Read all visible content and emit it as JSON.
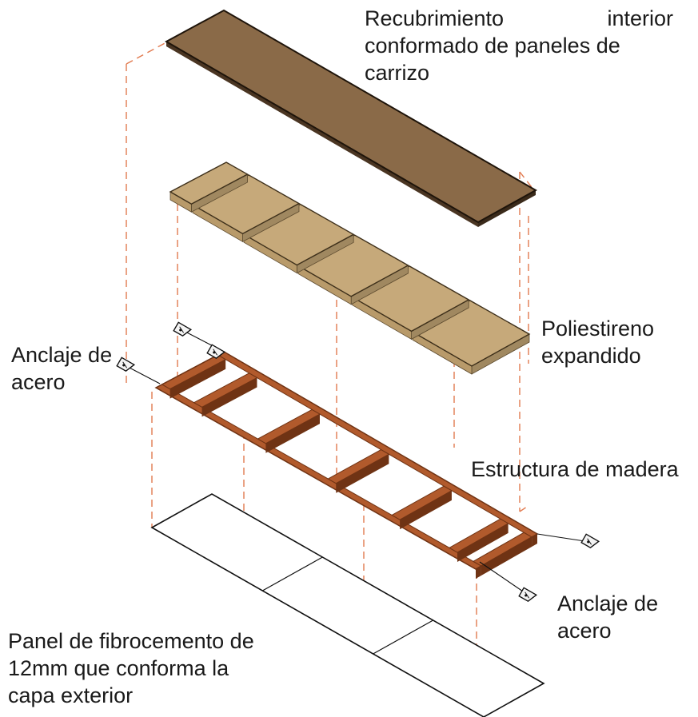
{
  "colors": {
    "reed": "#8a6a48",
    "reed_dark": "#6e5236",
    "foam_top": "#c6a97a",
    "foam_side": "#a08860",
    "wood": "#b15a2c",
    "wood_dark": "#6f3314",
    "guide": "#e27a4f",
    "ink": "#111111"
  },
  "labels": {
    "reed_line1_left": "Recubrimiento",
    "reed_line1_right": "interior",
    "reed_line2": "conformado de paneles de",
    "reed_line3": "carrizo",
    "foam_line1": "Poliestireno",
    "foam_line2": "expandido",
    "anchor_left_line1": "Anclaje de",
    "anchor_left_line2": "acero",
    "structure": "Estructura de madera",
    "anchor_right_line1": "Anclaje de",
    "anchor_right_line2": "acero",
    "panel_line1": "Panel de fibrocemento de",
    "panel_line2": "12mm que conforma la",
    "panel_line3": "capa exterior"
  },
  "icons": [
    "steel-anchor-icon"
  ]
}
